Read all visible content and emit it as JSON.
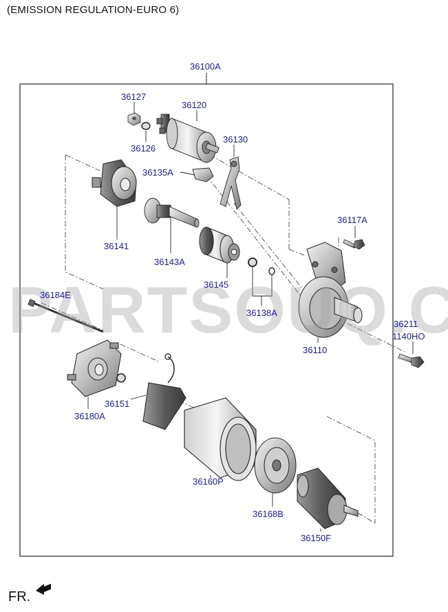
{
  "header": {
    "title": "(EMISSION REGULATION-EURO 6)"
  },
  "footer": {
    "direction_label": "FR."
  },
  "watermark": {
    "text": "PARTSOUQ.COM"
  },
  "parts": {
    "p36100A": "36100A",
    "p36127": "36127",
    "p36120": "36120",
    "p36126": "36126",
    "p36130": "36130",
    "p36135A": "36135A",
    "p36141": "36141",
    "p36143A": "36143A",
    "p36145": "36145",
    "p36117A": "36117A",
    "p36138A": "36138A",
    "p36184E": "36184E",
    "p36110": "36110",
    "p36211": "36211",
    "p1140HO": "1140HO",
    "p36151": "36151",
    "p36180A": "36180A",
    "p36160P": "36160P",
    "p36168B": "36168B",
    "p36150F": "36150F"
  },
  "colors": {
    "label": "#1a1ab8",
    "line": "#222222",
    "part_fill": "#d9d9d9"
  },
  "icons": {
    "direction": "fr-arrow-icon"
  }
}
